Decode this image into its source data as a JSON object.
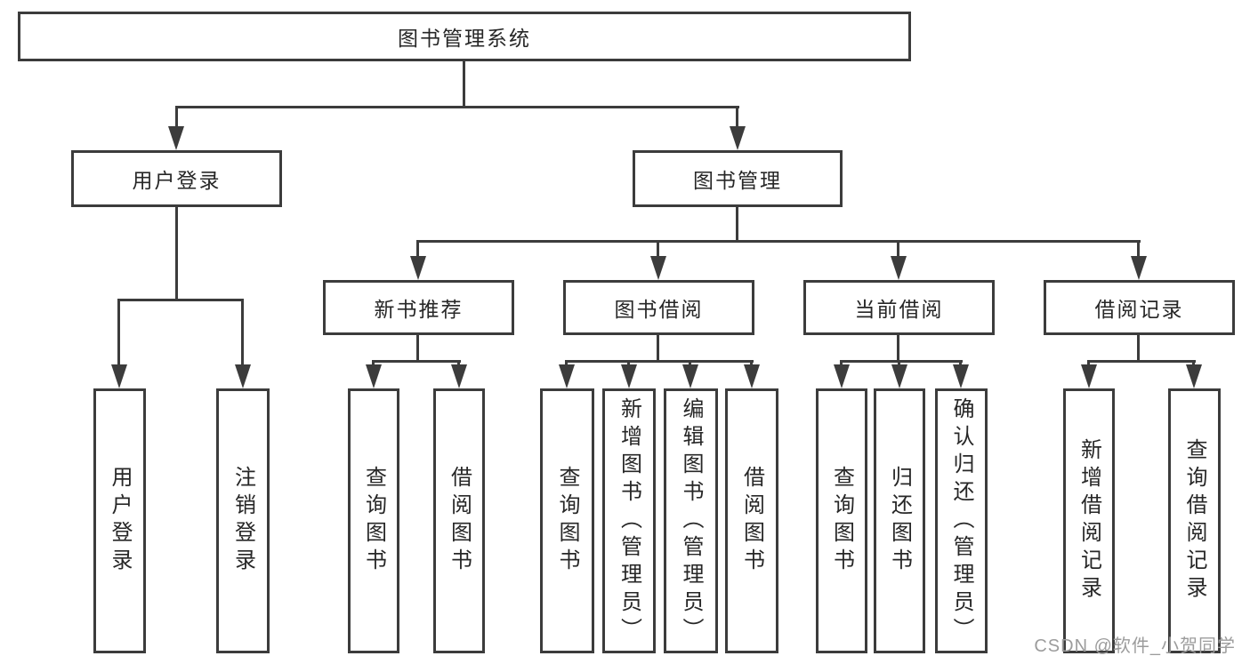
{
  "diagram": {
    "title": "图书管理系统",
    "branches": [
      {
        "label": "用户登录",
        "children": [
          "用户登录",
          "注销登录"
        ]
      },
      {
        "label": "图书管理",
        "children": [
          {
            "label": "新书推荐",
            "children": [
              "查询图书",
              "借阅图书"
            ]
          },
          {
            "label": "图书借阅",
            "children": [
              "查询图书",
              "新增图书（管理员）",
              "编辑图书（管理员）",
              "借阅图书"
            ]
          },
          {
            "label": "当前借阅",
            "children": [
              "查询图书",
              "归还图书",
              "确认归还（管理员）"
            ]
          },
          {
            "label": "借阅记录",
            "children": [
              "新增借阅记录",
              "查询借阅记录"
            ]
          }
        ]
      }
    ]
  },
  "watermark": {
    "text": "CSDN @软件_小贺同学"
  },
  "colors": {
    "line": "#3c3c3c",
    "text": "#272727",
    "watermark": "#9c9c9c",
    "background": "#ffffff"
  }
}
